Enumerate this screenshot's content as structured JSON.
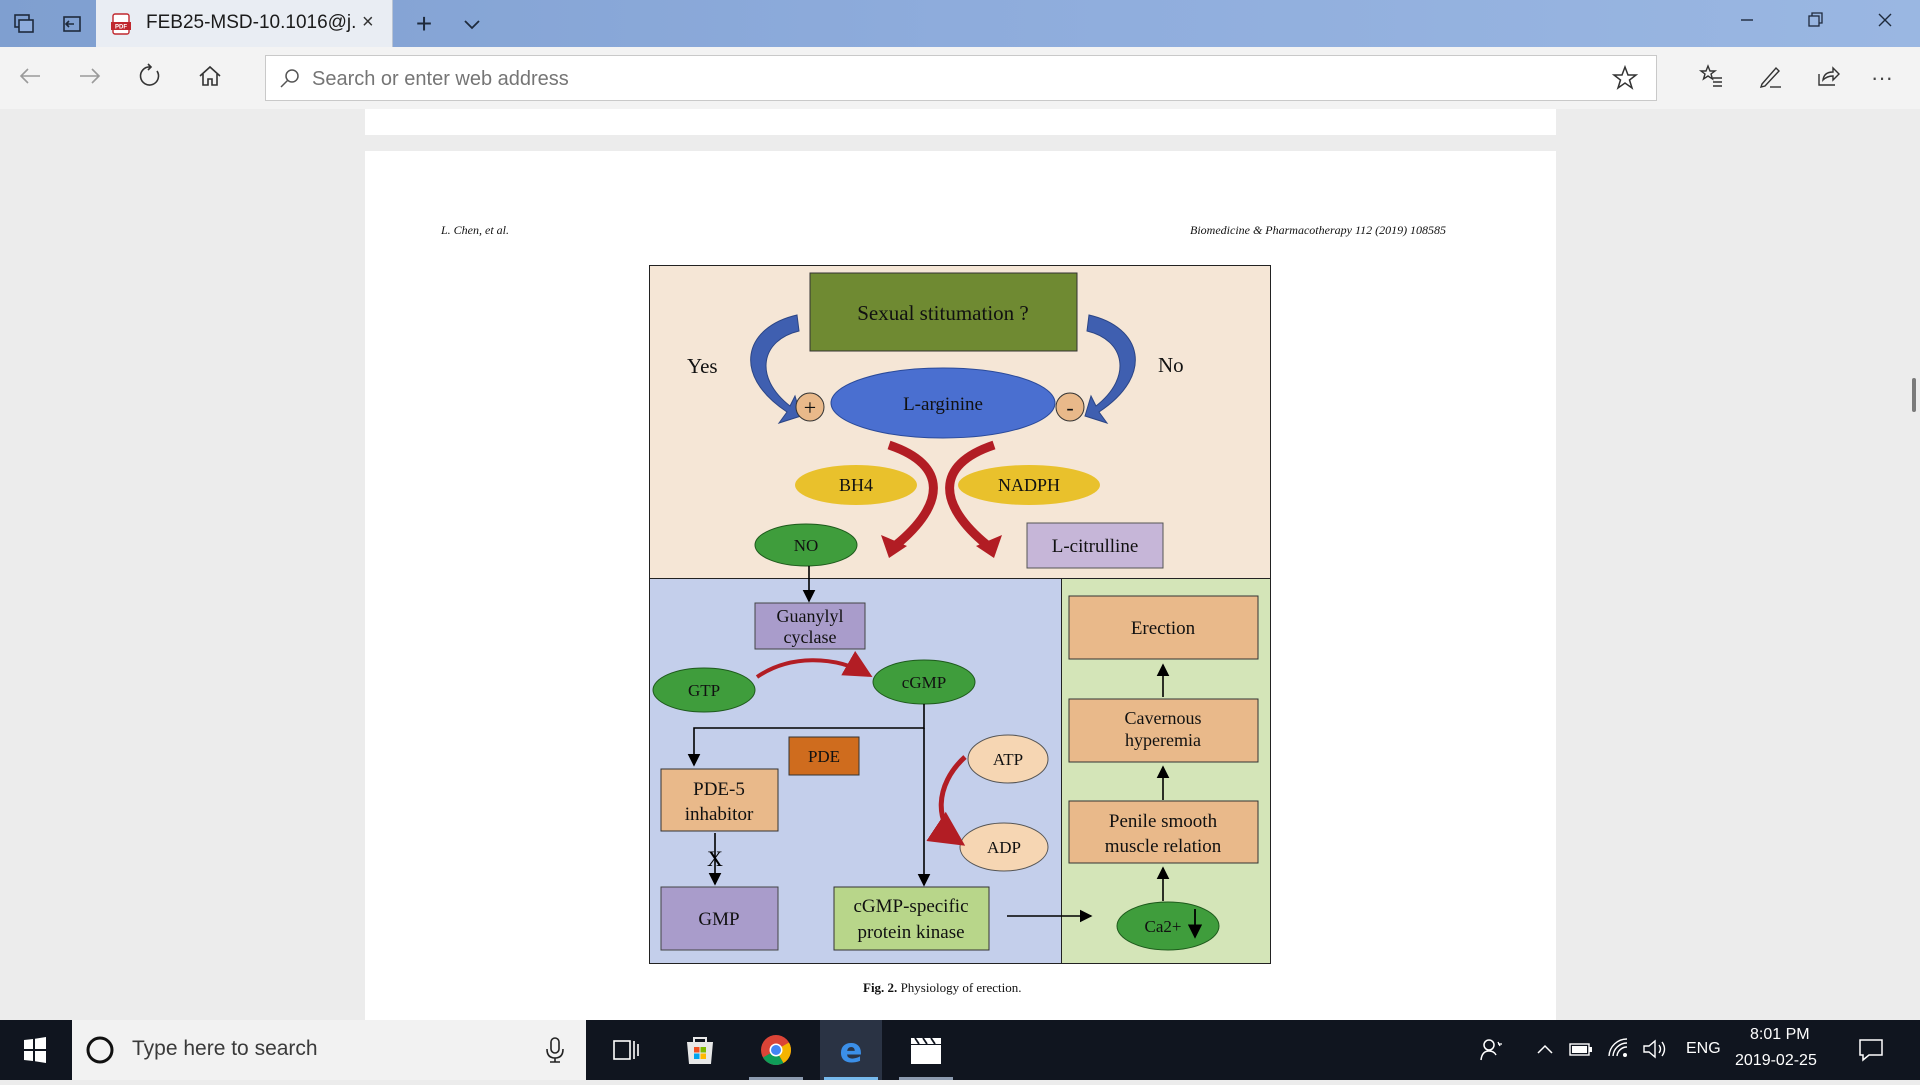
{
  "browser": {
    "tab_title": "FEB25-MSD-10.1016@j.",
    "tab_close": "×",
    "new_tab": "+",
    "tab_list": "⌵",
    "address_placeholder": "Search or enter web address"
  },
  "pdf": {
    "header_left": "L. Chen, et al.",
    "header_right": "Biomedicine & Pharmacotherapy 112 (2019) 108585",
    "caption_label": "Fig. 2.",
    "caption_text": " Physiology of erection."
  },
  "figure": {
    "top_box": "Sexual stitumation ?",
    "yes": "Yes",
    "no": "No",
    "plus": "+",
    "minus": "-",
    "l_arginine": "L-arginine",
    "bh4": "BH4",
    "nadph": "NADPH",
    "no_node": "NO",
    "l_citrulline": "L-citrulline",
    "guanylyl_1": "Guanylyl",
    "guanylyl_2": "cyclase",
    "gtp": "GTP",
    "cgmp": "cGMP",
    "pde": "PDE",
    "pde5_1": "PDE-5",
    "pde5_2": "inhabitor",
    "atp": "ATP",
    "adp": "ADP",
    "gmp": "GMP",
    "kinase_1": "cGMP-specific",
    "kinase_2": "protein kinase",
    "x_mark": "X",
    "ca": "Ca2+",
    "erection": "Erection",
    "cavernous_1": "Cavernous",
    "cavernous_2": "hyperemia",
    "penile_1": "Penile smooth",
    "penile_2": "muscle relation"
  },
  "taskbar": {
    "search_placeholder": "Type here to search",
    "lang": "ENG",
    "time": "8:01 PM",
    "date": "2019-02-25"
  },
  "colors": {
    "titlebar": "#8eacdc",
    "panel_top": "#f5e6d6",
    "panel_left": "#c4cfeb",
    "panel_right": "#d4e5b8",
    "green_box": "#6f8a32",
    "blue_oval": "#4a6fd0",
    "yellow_oval": "#e9c12c",
    "green_oval": "#3f9d3c",
    "purple_box": "#a99ccb",
    "orange_box": "#e9b98a",
    "pde": "#cf6c1e",
    "light_green_box": "#b8d68a",
    "peach_oval": "#f6d6b3",
    "taskbar": "#10151f"
  }
}
